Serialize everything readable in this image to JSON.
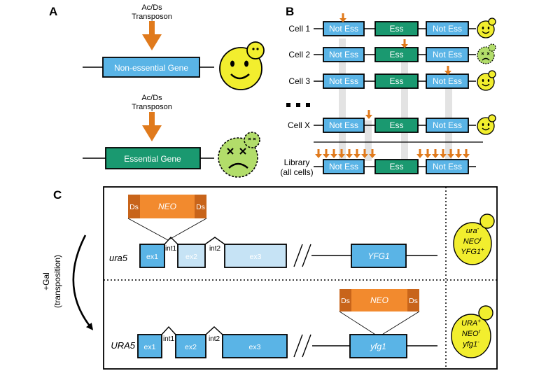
{
  "colors": {
    "blue": "#5ab4e6",
    "light_blue": "#c6e3f5",
    "green": "#1a9970",
    "orange": "#e07a1c",
    "orange_dark": "#c8641a",
    "yellow": "#f2ee2e",
    "sick_green": "#b2dd6a",
    "gray_band": "#e3e3e3"
  },
  "panel_a": {
    "letter": "A",
    "transposon_label_line1": "Ac/Ds",
    "transposon_label_line2": "Transposon",
    "nonessential_gene": "Non-essential Gene",
    "essential_gene": "Essential Gene"
  },
  "panel_b": {
    "letter": "B",
    "cells": [
      {
        "label": "Cell 1",
        "healthy": true
      },
      {
        "label": "Cell 2",
        "healthy": false
      },
      {
        "label": "Cell 3",
        "healthy": true
      },
      {
        "label": "Cell X",
        "healthy": true
      }
    ],
    "gene_not_ess": "Not Ess",
    "gene_ess": "Ess",
    "ellipsis": "■ ■ ■",
    "library_line1": "Library",
    "library_line2": "(all cells)"
  },
  "panel_c": {
    "letter": "C",
    "cassette": {
      "ds": "Ds",
      "neo": "NEO"
    },
    "top_row": {
      "gene_name": "ura5",
      "exons": [
        "ex1",
        "ex2",
        "ex3"
      ],
      "introns": [
        "int1",
        "int2"
      ],
      "target_gene": "YFG1",
      "genotype": [
        "ura",
        "-",
        "NEO",
        "r",
        "YFG1",
        "+"
      ]
    },
    "bottom_row": {
      "gene_name": "URA5",
      "exons": [
        "ex1",
        "ex2",
        "ex3"
      ],
      "introns": [
        "int1",
        "int2"
      ],
      "target_gene": "yfg1",
      "genotype": [
        "URA",
        "+",
        "NEO",
        "r",
        "yfg1",
        "-"
      ]
    },
    "arrow_label_line1": "+Gal",
    "arrow_label_line2": "(transposition)"
  }
}
